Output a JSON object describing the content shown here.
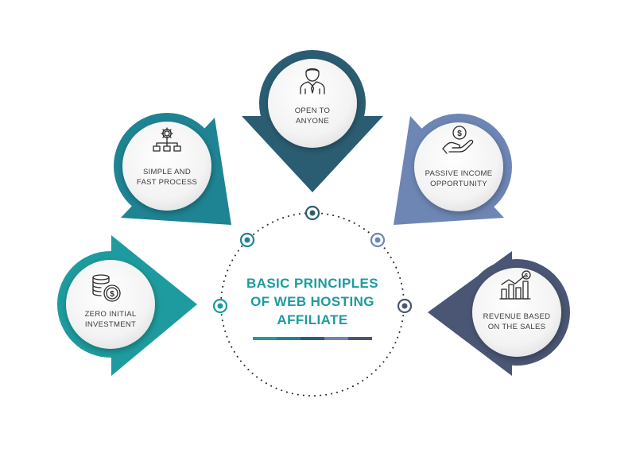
{
  "title": {
    "line1": "BASIC PRINCIPLES",
    "line2": "OF WEB HOSTING",
    "line3": "AFFILIATE"
  },
  "items": [
    {
      "line1": "ZERO INITIAL",
      "line2": "INVESTMENT",
      "icon": "coins-dollar-icon",
      "color": "#1e9b9e"
    },
    {
      "line1": "SIMPLE AND",
      "line2": "FAST PROCESS",
      "icon": "gear-flowchart-icon",
      "color": "#1e8493"
    },
    {
      "line1": "OPEN TO",
      "line2": "ANYONE",
      "icon": "businessman-icon",
      "color": "#2b5d72"
    },
    {
      "line1": "PASSIVE INCOME",
      "line2": "OPPORTUNITY",
      "icon": "hand-coin-icon",
      "color": "#6d86b4"
    },
    {
      "line1": "REVENUE BASED",
      "line2": "ON THE SALES",
      "icon": "bar-chart-growth-icon",
      "color": "#4a5674"
    }
  ],
  "underline_colors": [
    "#1e9b9e",
    "#1e8493",
    "#2b5d72",
    "#6d86b4",
    "#4a5674"
  ]
}
